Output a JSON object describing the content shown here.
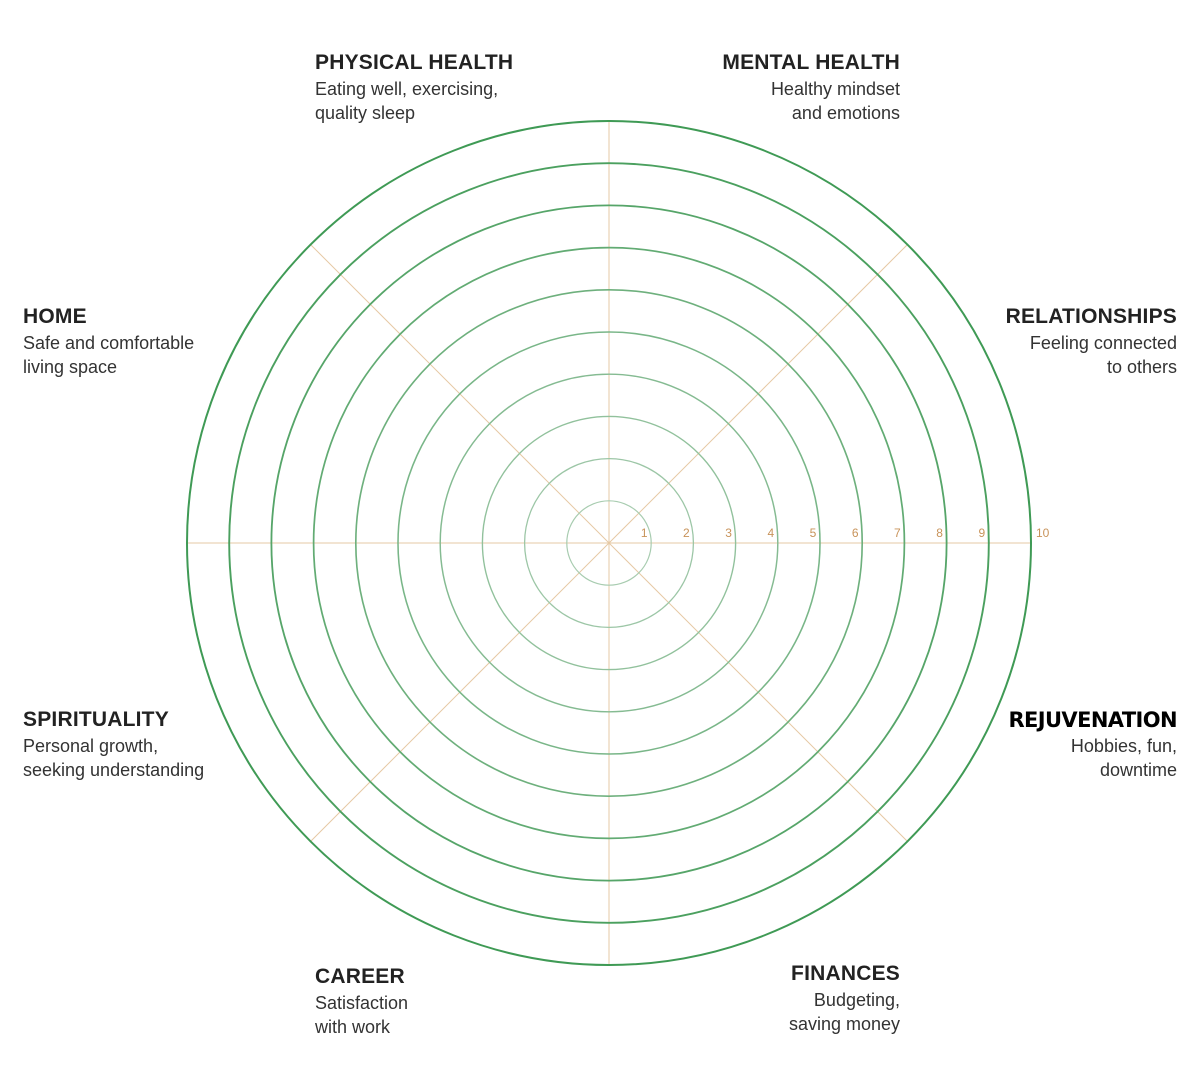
{
  "wheel": {
    "colors": {
      "ring": "#3f9a55",
      "ring_inner": "#a8ccb0",
      "spoke": "#e6c9a4",
      "tick": "#c8935a"
    },
    "scale": [
      "1",
      "2",
      "3",
      "4",
      "5",
      "6",
      "7",
      "8",
      "9",
      "10"
    ]
  },
  "areas": {
    "physical_health": {
      "title": "PHYSICAL HEALTH",
      "desc": "Eating well, exercising,\nquality sleep"
    },
    "mental_health": {
      "title": "MENTAL HEALTH",
      "desc": "Healthy mindset\nand emotions"
    },
    "home": {
      "title": "HOME",
      "desc": "Safe and comfortable\nliving space"
    },
    "relationships": {
      "title": "RELATIONSHIPS",
      "desc": "Feeling connected\nto others"
    },
    "spirituality": {
      "title": "SPIRITUALITY",
      "desc": "Personal growth,\nseeking understanding"
    },
    "rejuvenation": {
      "title": "REJUVENATION",
      "desc": "Hobbies, fun,\ndowntime"
    },
    "career": {
      "title": "CAREER",
      "desc": "Satisfaction\nwith work"
    },
    "finances": {
      "title": "FINANCES",
      "desc": "Budgeting,\nsaving money"
    }
  }
}
